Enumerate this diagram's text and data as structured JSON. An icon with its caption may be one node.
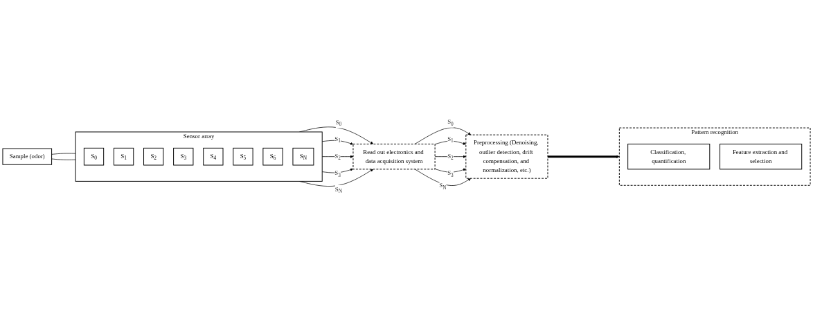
{
  "diagram": {
    "nodes": [
      {
        "text": [
          "Sample (odor)"
        ]
      },
      {
        "text": [
          "Sensor array"
        ]
      },
      {
        "text": [
          "S$_{0}$"
        ],
        "in": 1
      },
      {
        "text": [
          "S$_{1}$"
        ],
        "in": 1
      },
      {
        "text": [
          "S$_{2}$"
        ],
        "in": 1
      },
      {
        "text": [
          "S$_{3}$"
        ],
        "in": 1
      },
      {
        "text": [
          "S$_{4}$"
        ],
        "in": 1
      },
      {
        "text": [
          "S$_{5}$"
        ],
        "in": 1
      },
      {
        "text": [
          "S$_{6}$"
        ],
        "in": 1
      },
      {
        "text": [
          "S$_{N}$"
        ],
        "in": 1
      },
      {
        "text": [
          "Read out electronics and data acquisition system"
        ]
      },
      {
        "text": [
          "Preprocessing (Denoising, outlier detection, drift compensation, and normalization, etc.)"
        ]
      },
      {
        "text": [
          "Pattern recognition"
        ]
      },
      {
        "text": [
          "Classification, quantification"
        ],
        "in": 12
      },
      {
        "text": [
          "Feature extraction and selection"
        ],
        "in": 12
      }
    ],
    "edges": [
      {
        "from": 0,
        "to": 1,
        "arrow": "none"
      },
      {
        "from": 0,
        "to": 1,
        "arrow": "none"
      },
      {
        "from": 1,
        "to": 10,
        "arrow": "to",
        "label": "S$_{0}$"
      },
      {
        "from": 1,
        "to": 10,
        "arrow": "to",
        "label": "S$_{1}$"
      },
      {
        "from": 1,
        "to": 10,
        "arrow": "to",
        "label": "S$_{2}$"
      },
      {
        "from": 1,
        "to": 10,
        "arrow": "to",
        "label": "S$_{3}$"
      },
      {
        "from": 1,
        "to": 10,
        "arrow": "to",
        "label": "S$_{N}$"
      },
      {
        "from": 10,
        "to": 11,
        "arrow": "to",
        "label": "S$_{0}$"
      },
      {
        "from": 10,
        "to": 11,
        "arrow": "to",
        "label": "S$_{1}$"
      },
      {
        "from": 10,
        "to": 11,
        "arrow": "to",
        "label": "S$_{2}$"
      },
      {
        "from": 10,
        "to": 11,
        "arrow": "to",
        "label": "S$_{3}$"
      },
      {
        "from": 10,
        "to": 11,
        "arrow": "to",
        "label": "S$_{N}$"
      },
      {
        "from": 11,
        "to": 12,
        "arrow": "to",
        "style": "thick"
      }
    ]
  }
}
